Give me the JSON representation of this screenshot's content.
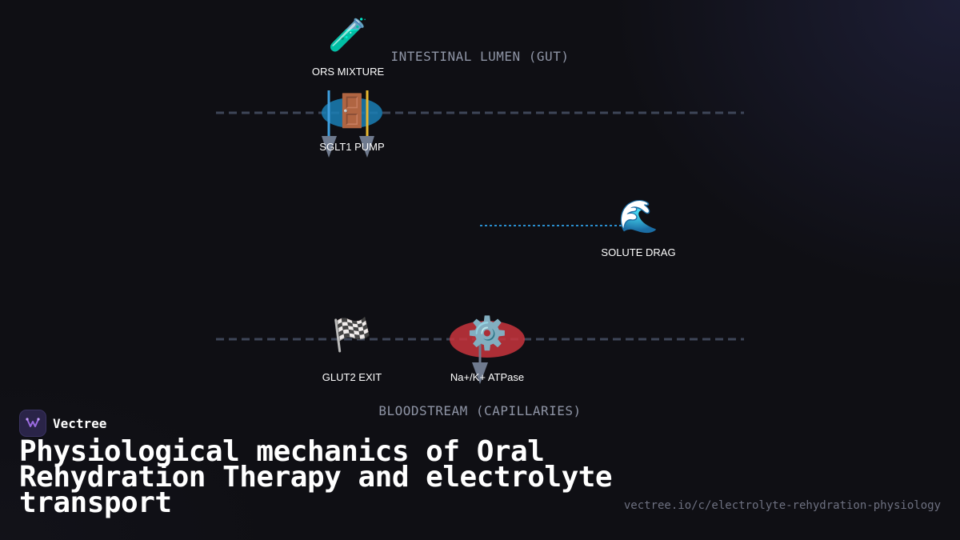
{
  "diagram": {
    "regions": {
      "lumen": "INTESTINAL LUMEN (GUT)",
      "blood": "BLOODSTREAM (CAPILLARIES)"
    },
    "nodes": {
      "ors": {
        "label": "ORS MIXTURE",
        "icon": "test-tube-icon",
        "glyph": "🧪"
      },
      "sglt1": {
        "label": "SGLT1 PUMP",
        "icon": "door-icon",
        "glyph": "🚪"
      },
      "solute": {
        "label": "SOLUTE DRAG",
        "icon": "water-wave-icon",
        "glyph": "🌊"
      },
      "glut2": {
        "label": "GLUT2 EXIT",
        "icon": "checkered-flag-icon",
        "glyph": "🏁"
      },
      "atpase": {
        "label": "Na+/K+ ATPase",
        "icon": "gear-icon",
        "glyph": "⚙️"
      }
    },
    "colors": {
      "membrane": "#3e4658",
      "sglt1_fill": "#1a7fb5",
      "atpase_fill": "#c8343c",
      "sodium_channel": "#3fa0e0",
      "glucose_channel": "#e8b830",
      "arrow": "#6f7a8e",
      "solute_flow": "#2a8fd0"
    }
  },
  "brand": {
    "name": "Vectree"
  },
  "title": "Physiological mechanics of Oral Rehydration Therapy and electrolyte transport",
  "url": "vectree.io/c/electrolyte-rehydration-physiology"
}
